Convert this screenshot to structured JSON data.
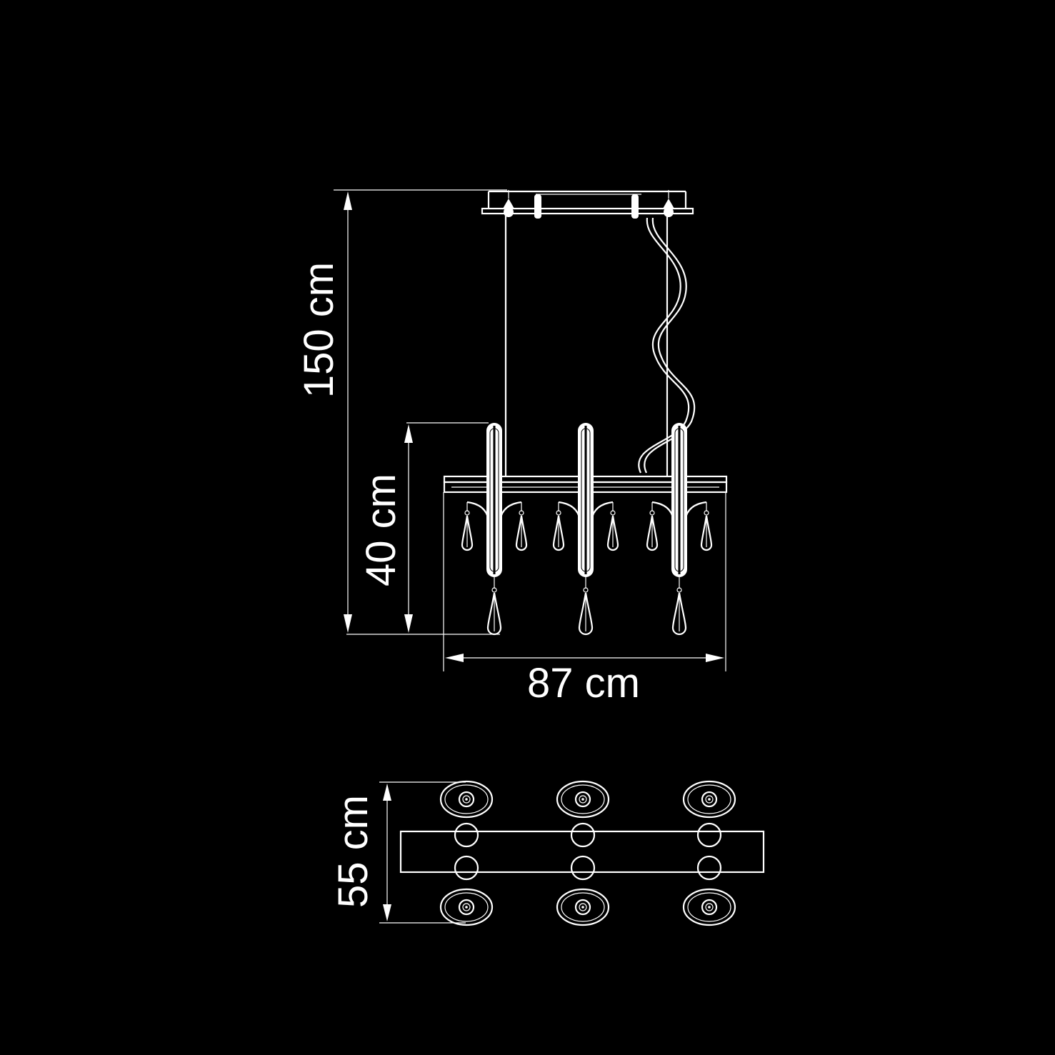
{
  "colors": {
    "background": "#000000",
    "line": "#ffffff"
  },
  "dimensions": {
    "total_height": "150 cm",
    "body_height": "40 cm",
    "width": "87 cm",
    "depth": "55 cm"
  },
  "front_view": {
    "shade_count": 3,
    "pendant_crystals_per_shade": 3
  },
  "top_view": {
    "columns": 3
  }
}
